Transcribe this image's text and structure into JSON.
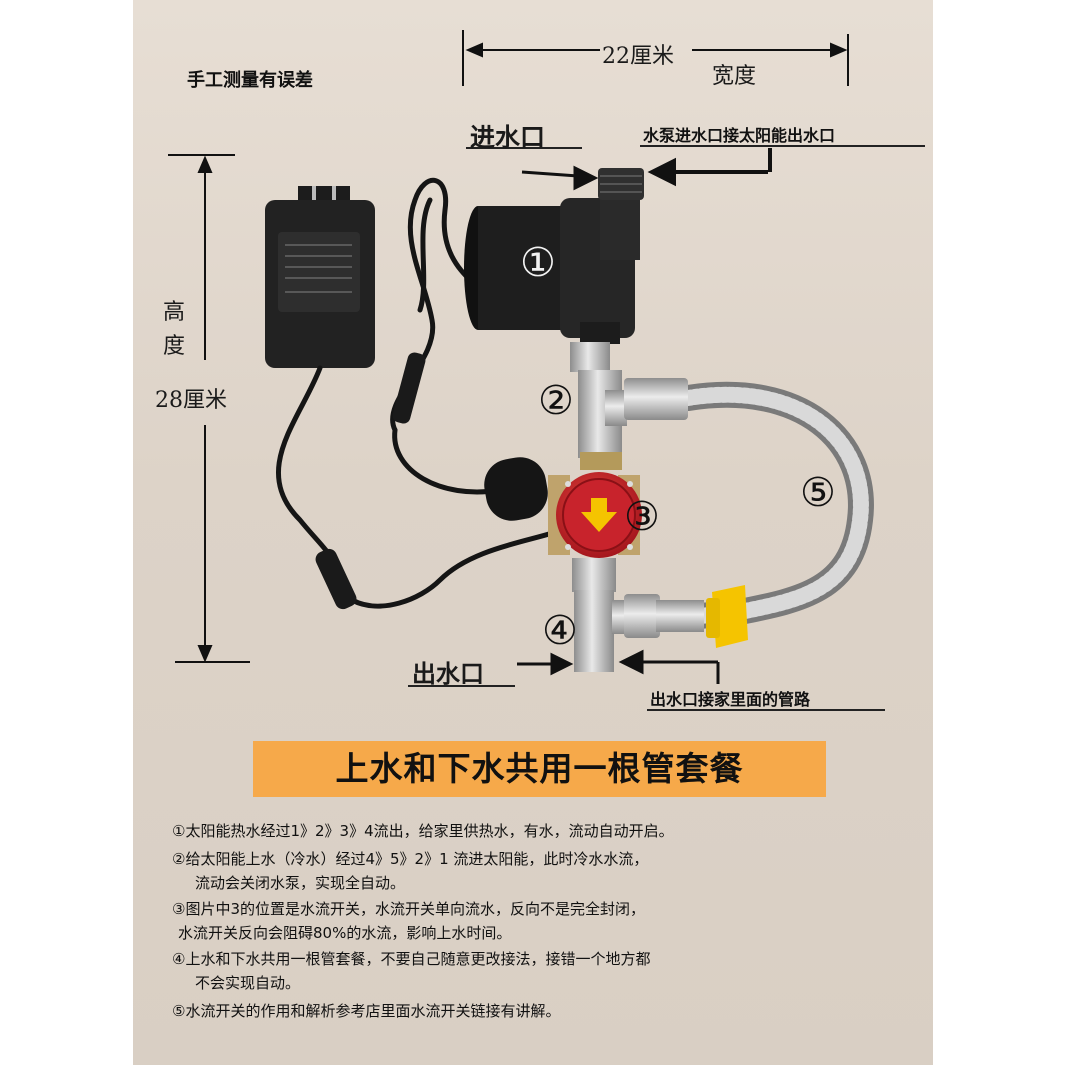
{
  "labels": {
    "disclaimer": "手工测量有误差",
    "width_value": "22厘米",
    "width_label": "宽度",
    "height_label_1": "高",
    "height_label_2": "度",
    "height_value": "28厘米",
    "inlet": "进水口",
    "inlet_note": "水泵进水口接太阳能出水口",
    "outlet": "出水口",
    "outlet_note": "出水口接家里面的管路"
  },
  "markers": [
    "①",
    "②",
    "③",
    "④",
    "⑤"
  ],
  "banner": "上水和下水共用一根管套餐",
  "instructions": [
    "①太阳能热水经过1》2》3》4流出，给家里供热水，有水，流动自动开启。",
    "②给太阳能上水（冷水）经过4》5》2》1 流进太阳能，此时冷水水流，",
    "流动会关闭水泵，实现全自动。",
    "③图片中3的位置是水流开关，水流开关单向流水，反向不是完全封闭，",
    "水流开关反向会阻碍80%的水流，影响上水时间。",
    "④上水和下水共用一根管套餐，不要自己随意更改接法，接错一个地方都",
    "不会实现自动。",
    "⑤水流开关的作用和解析参考店里面水流开关链接有讲解。"
  ],
  "colors": {
    "background": "#ddd3c8",
    "banner": "#f6a94a",
    "flow_switch": "#c8232c",
    "arrow_yellow": "#f5c400"
  }
}
